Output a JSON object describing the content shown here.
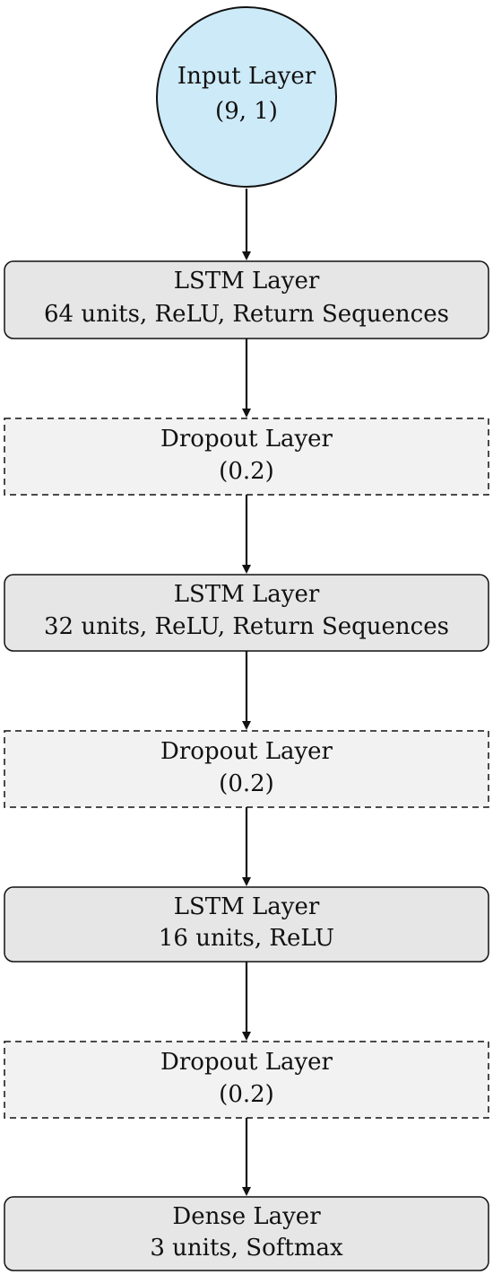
{
  "diagram": {
    "colors": {
      "input_fill": "#cdeaf8",
      "layer_fill": "#e6e6e6",
      "dropout_fill": "#f2f2f2",
      "stroke": "#111111",
      "arrow": "#111111"
    },
    "nodes": [
      {
        "id": "input",
        "kind": "input",
        "line1": "Input Layer",
        "line2": "(9, 1)"
      },
      {
        "id": "lstm1",
        "kind": "lstm",
        "line1": "LSTM Layer",
        "line2": "64 units, ReLU, Return Sequences"
      },
      {
        "id": "dropout1",
        "kind": "dropout",
        "line1": "Dropout Layer",
        "line2": "(0.2)"
      },
      {
        "id": "lstm2",
        "kind": "lstm",
        "line1": "LSTM Layer",
        "line2": "32 units, ReLU, Return Sequences"
      },
      {
        "id": "dropout2",
        "kind": "dropout",
        "line1": "Dropout Layer",
        "line2": "(0.2)"
      },
      {
        "id": "lstm3",
        "kind": "lstm",
        "line1": "LSTM Layer",
        "line2": "16 units, ReLU"
      },
      {
        "id": "dropout3",
        "kind": "dropout",
        "line1": "Dropout Layer",
        "line2": "(0.2)"
      },
      {
        "id": "dense",
        "kind": "dense",
        "line1": "Dense Layer",
        "line2": "3 units, Softmax"
      }
    ],
    "edges": [
      {
        "from": "input",
        "to": "lstm1"
      },
      {
        "from": "lstm1",
        "to": "dropout1"
      },
      {
        "from": "dropout1",
        "to": "lstm2"
      },
      {
        "from": "lstm2",
        "to": "dropout2"
      },
      {
        "from": "dropout2",
        "to": "lstm3"
      },
      {
        "from": "lstm3",
        "to": "dropout3"
      },
      {
        "from": "dropout3",
        "to": "dense"
      }
    ]
  }
}
